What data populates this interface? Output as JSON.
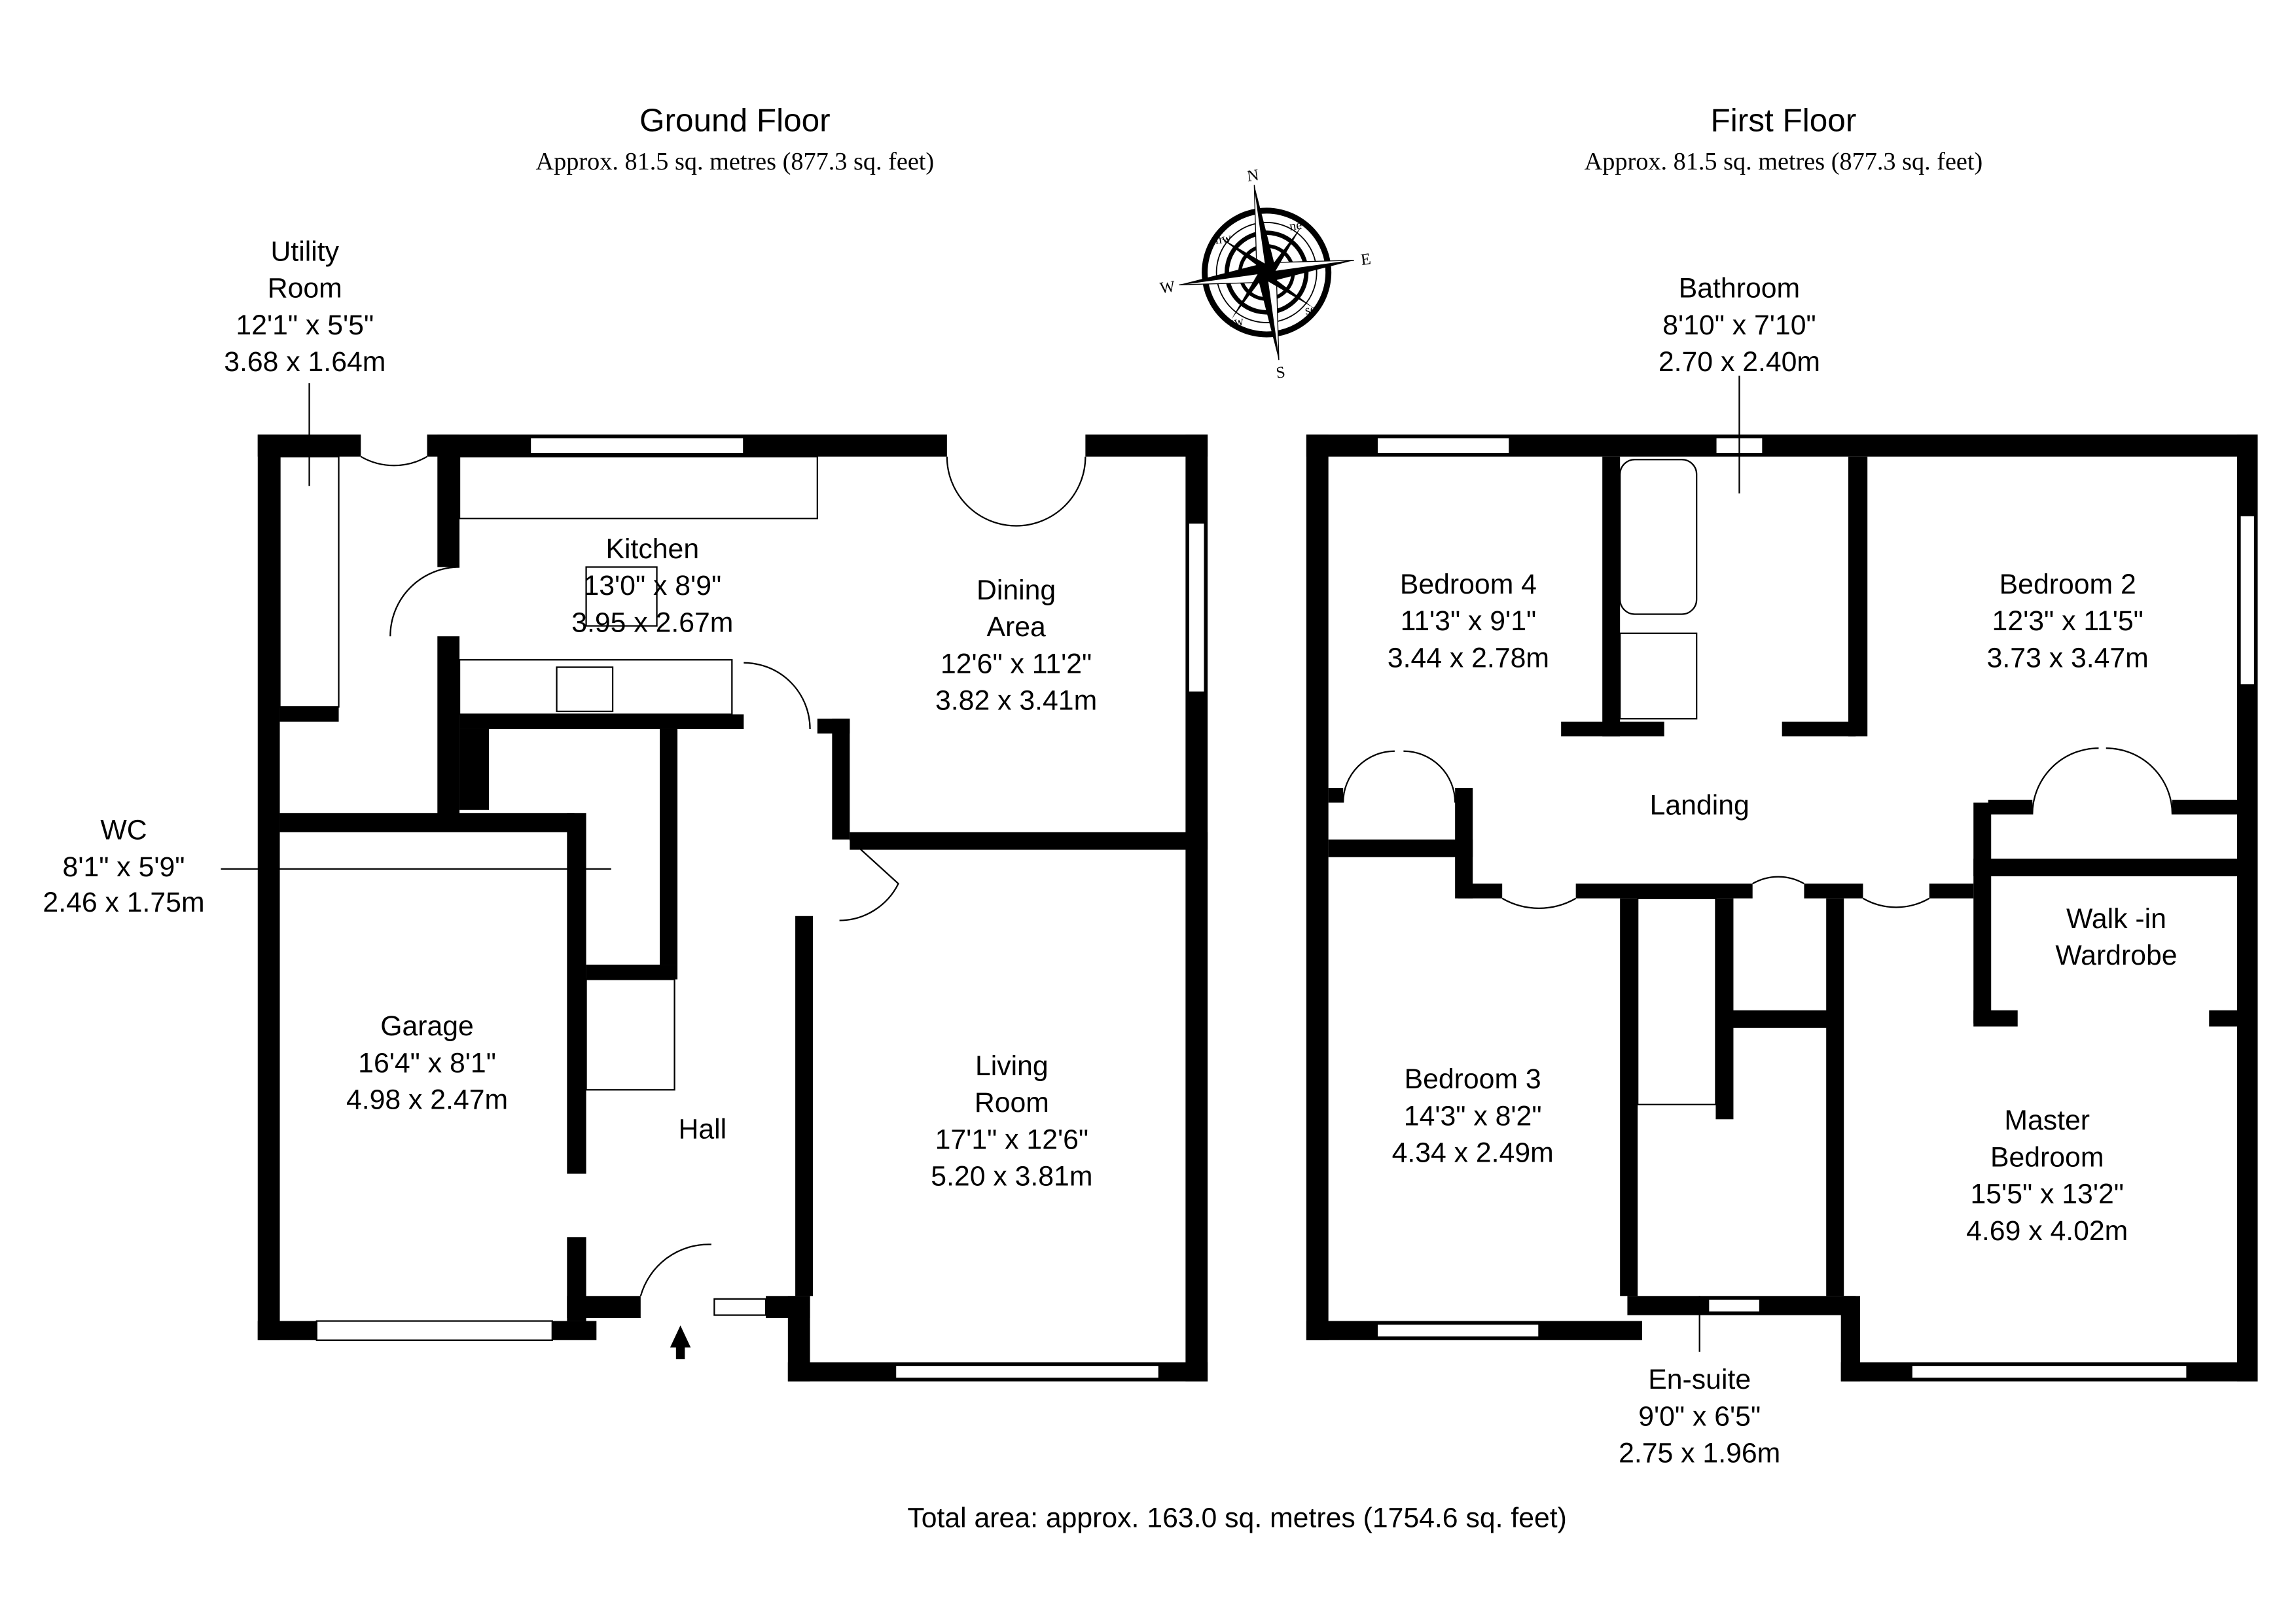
{
  "ground_floor": {
    "title": "Ground Floor",
    "area": "Approx. 81.5 sq. metres (877.3 sq. feet)",
    "rooms": [
      {
        "name": [
          "Utility",
          "Room"
        ],
        "imperial": "12'1\" x 5'5\"",
        "metric": "3.68 x 1.64m"
      },
      {
        "name": [
          "Kitchen"
        ],
        "imperial": "13'0\" x 8'9\"",
        "metric": "3.95 x 2.67m"
      },
      {
        "name": [
          "Dining",
          "Area"
        ],
        "imperial": "12'6\" x 11'2\"",
        "metric": "3.82 x 3.41m"
      },
      {
        "name": [
          "WC"
        ],
        "imperial": "8'1\" x 5'9\"",
        "metric": "2.46 x 1.75m"
      },
      {
        "name": [
          "Garage"
        ],
        "imperial": "16'4\" x 8'1\"",
        "metric": "4.98 x 2.47m"
      },
      {
        "name": [
          "Hall"
        ]
      },
      {
        "name": [
          "Living",
          "Room"
        ],
        "imperial": "17'1\" x 12'6\"",
        "metric": "5.20 x 3.81m"
      }
    ]
  },
  "first_floor": {
    "title": "First Floor",
    "area": "Approx. 81.5 sq. metres (877.3 sq. feet)",
    "rooms": [
      {
        "name": [
          "Bathroom"
        ],
        "imperial": "8'10\" x 7'10\"",
        "metric": "2.70 x 2.40m"
      },
      {
        "name": [
          "Bedroom 4"
        ],
        "imperial": "11'3\" x 9'1\"",
        "metric": "3.44 x 2.78m"
      },
      {
        "name": [
          "Bedroom 2"
        ],
        "imperial": "12'3\" x 11'5\"",
        "metric": "3.73 x 3.47m"
      },
      {
        "name": [
          "Landing"
        ]
      },
      {
        "name": [
          "Walk -in",
          "Wardrobe"
        ]
      },
      {
        "name": [
          "Bedroom 3"
        ],
        "imperial": "14'3\" x 8'2\"",
        "metric": "4.34 x 2.49m"
      },
      {
        "name": [
          "Master",
          "Bedroom"
        ],
        "imperial": "15'5\" x 13'2\"",
        "metric": "4.69 x 4.02m"
      },
      {
        "name": [
          "En-suite"
        ],
        "imperial": "9'0\" x 6'5\"",
        "metric": "2.75 x 1.96m"
      }
    ]
  },
  "compass": {
    "labels": [
      "N",
      "E",
      "S",
      "W",
      "ne",
      "se",
      "sw",
      "nw"
    ]
  },
  "total_area": "Total area: approx. 163.0 sq. metres (1754.6 sq. feet)"
}
